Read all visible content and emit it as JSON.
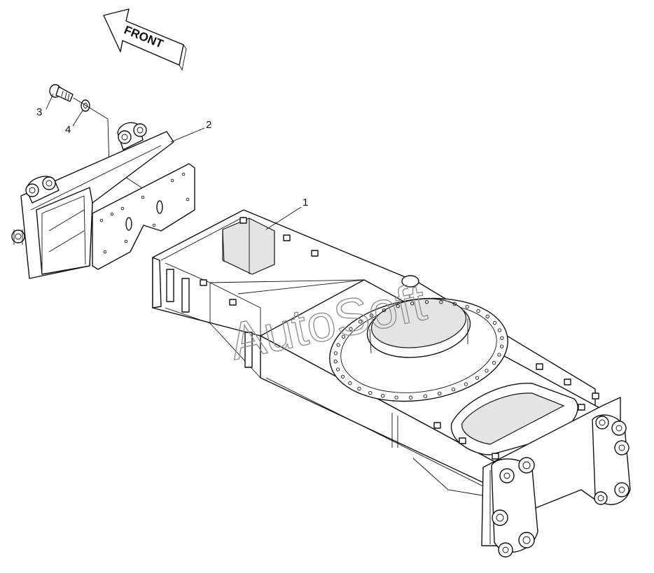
{
  "front_arrow": {
    "label": "FRONT"
  },
  "callouts": [
    {
      "id": "1",
      "label": "1"
    },
    {
      "id": "2",
      "label": "2"
    },
    {
      "id": "3",
      "label": "3"
    },
    {
      "id": "4",
      "label": "4"
    }
  ],
  "watermark": {
    "text": "AutoSoft"
  }
}
